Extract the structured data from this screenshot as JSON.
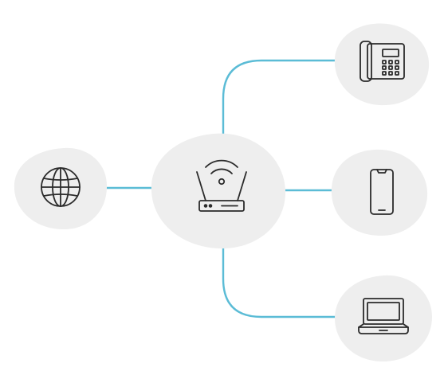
{
  "colors": {
    "background": "#ffffff",
    "blob": "#eeeeee",
    "connector": "#5bbcd6",
    "icon_stroke": "#2b2b2b"
  },
  "diagram": {
    "nodes": [
      {
        "id": "internet",
        "icon": "globe-icon"
      },
      {
        "id": "router",
        "icon": "wifi-router-icon"
      },
      {
        "id": "desk-phone",
        "icon": "desk-phone-icon"
      },
      {
        "id": "smartphone",
        "icon": "smartphone-icon"
      },
      {
        "id": "laptop",
        "icon": "laptop-icon"
      }
    ],
    "edges": [
      {
        "from": "internet",
        "to": "router"
      },
      {
        "from": "router",
        "to": "desk-phone"
      },
      {
        "from": "router",
        "to": "smartphone"
      },
      {
        "from": "router",
        "to": "laptop"
      }
    ]
  }
}
